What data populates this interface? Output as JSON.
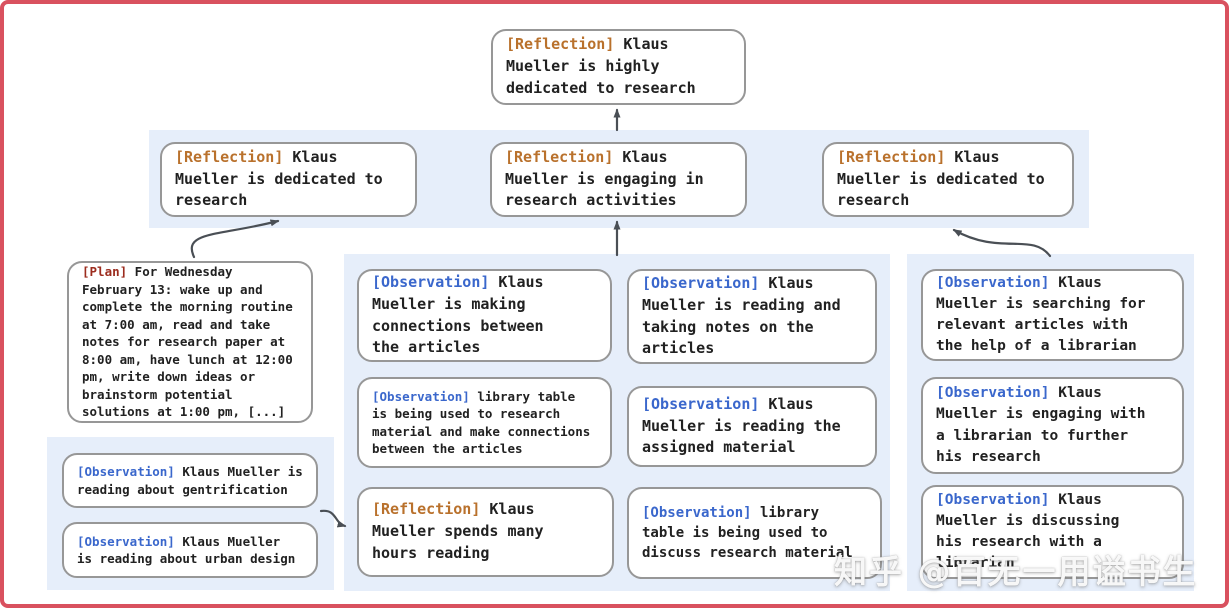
{
  "figure": {
    "watermark": "知乎 @百无一用谥书生"
  },
  "colors": {
    "reflection_tag": "#b9712c",
    "plan_tag": "#9c2c1e",
    "observation_tag": "#3a67cc",
    "band_bg": "#e6eefa",
    "node_border": "#979797",
    "arrow": "#4a4f55",
    "frame_border": "#d9515f"
  },
  "nodes": {
    "top_reflection": {
      "tag": "[Reflection]",
      "text": " Klaus\nMueller is highly\ndedicated to research"
    },
    "row2_left": {
      "tag": "[Reflection]",
      "text": " Klaus\nMueller is dedicated to\nresearch"
    },
    "row2_mid": {
      "tag": "[Reflection]",
      "text": " Klaus\nMueller is engaging in\nresearch activities"
    },
    "row2_right": {
      "tag": "[Reflection]",
      "text": " Klaus\nMueller is dedicated to\nresearch"
    },
    "plan": {
      "tag": "[Plan]",
      "text": " For Wednesday\nFebruary 13: wake up and\ncomplete the morning routine\nat 7:00 am, read and take\nnotes for research paper at\n8:00 am, have lunch at 12:00\npm, write down ideas or\nbrainstorm potential\nsolutions at 1:00 pm, [...]"
    },
    "left_obs_1": {
      "tag": "[Observation]",
      "text": " Klaus Mueller is\nreading about gentrification"
    },
    "left_obs_2": {
      "tag": "[Observation]",
      "text": " Klaus Mueller\nis reading about urban design"
    },
    "mid_a1": {
      "tag": "[Observation]",
      "text": " Klaus\nMueller is making\nconnections between\nthe articles"
    },
    "mid_a2": {
      "tag": "[Observation]",
      "text": " library table\nis being used to research\nmaterial and make connections\nbetween the articles"
    },
    "mid_a3": {
      "tag": "[Reflection]",
      "text": " Klaus\nMueller spends many\nhours reading"
    },
    "mid_b1": {
      "tag": "[Observation]",
      "text": " Klaus\nMueller is reading and\ntaking notes on the\narticles"
    },
    "mid_b2": {
      "tag": "[Observation]",
      "text": " Klaus\nMueller is reading the\nassigned material"
    },
    "mid_b3": {
      "tag": "[Observation]",
      "text": " library\ntable is being used to\ndiscuss research material"
    },
    "right_1": {
      "tag": "[Observation]",
      "text": " Klaus\nMueller is searching for\nrelevant articles with\nthe help of a librarian"
    },
    "right_2": {
      "tag": "[Observation]",
      "text": " Klaus\nMueller is engaging with\na librarian to further\nhis research"
    },
    "right_3": {
      "tag": "[Observation]",
      "text": " Klaus\nMueller is discussing\nhis research with a\nlibrarian"
    }
  }
}
